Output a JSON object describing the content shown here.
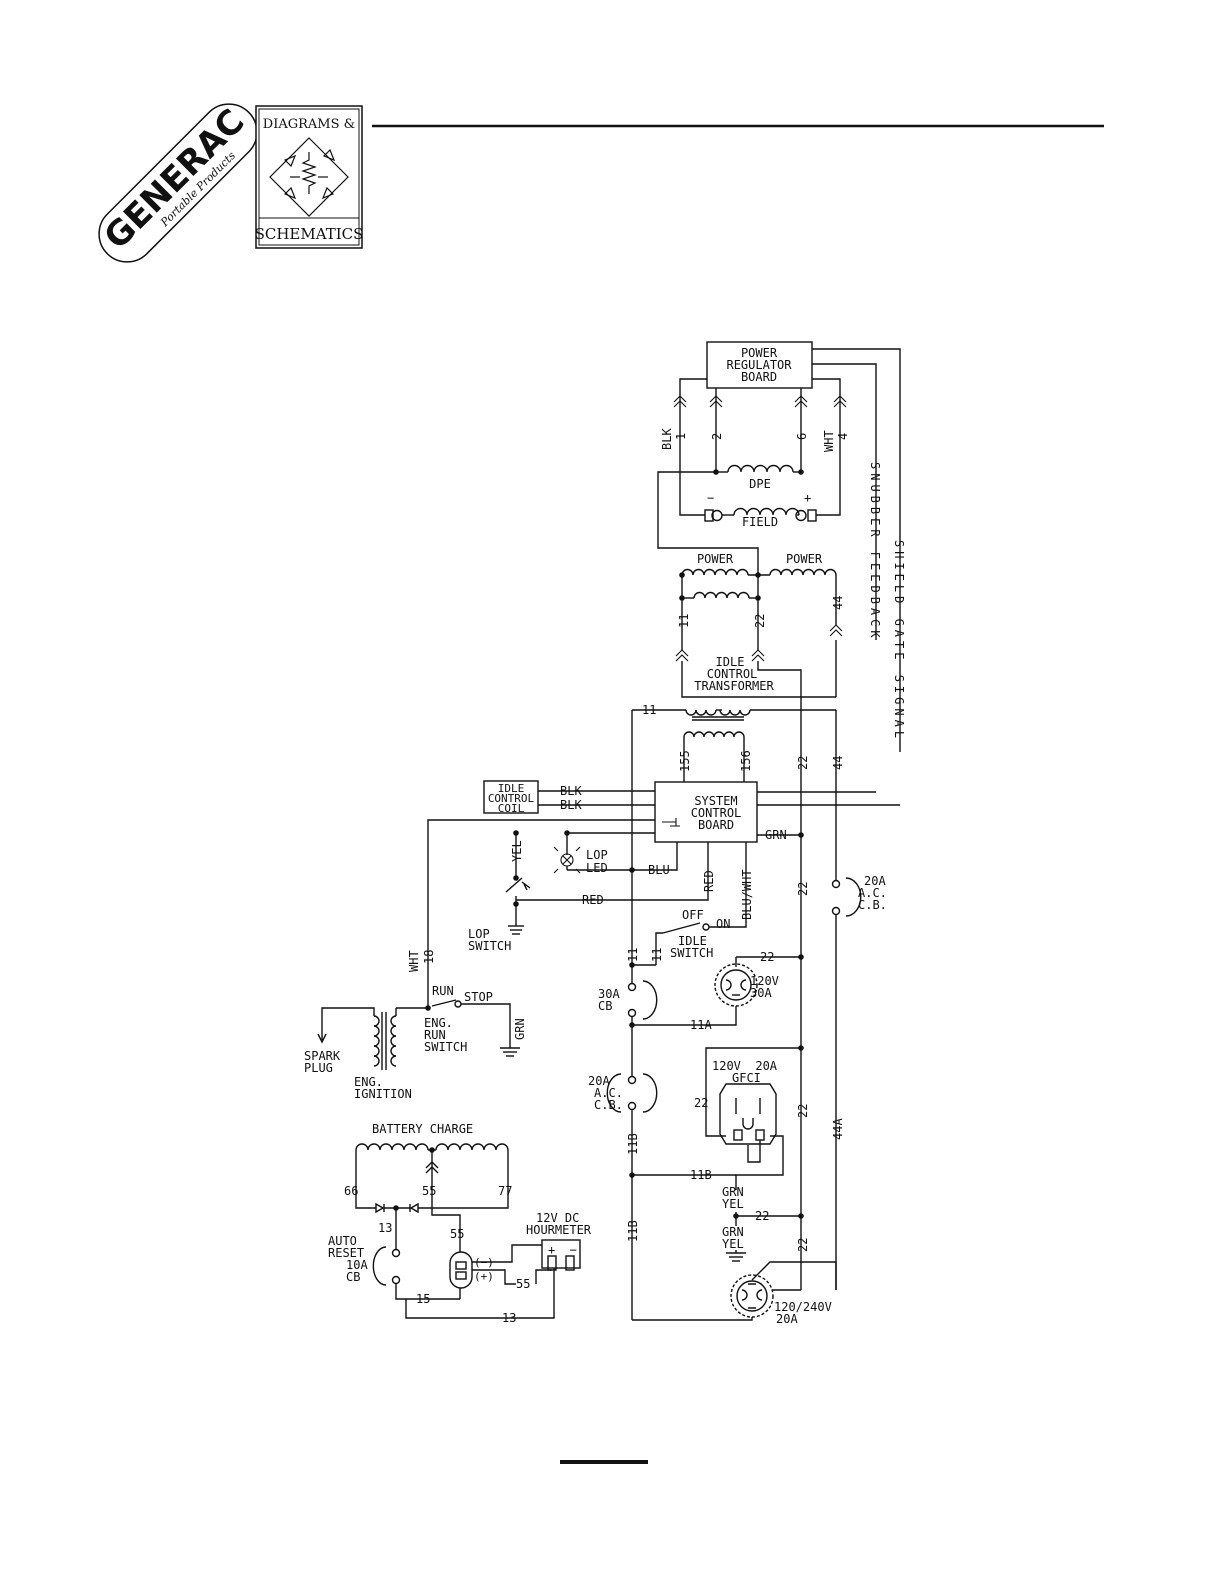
{
  "header": {
    "brand": "GENERAC",
    "brand_sub": "Portable Products",
    "badge_top": "DIAGRAMS &",
    "badge_bottom": "SCHEMATICS"
  },
  "labels": {
    "power_reg": [
      "POWER",
      "REGULATOR",
      "BOARD"
    ],
    "blk1": "BLK",
    "n1": "1",
    "n2": "2",
    "n6": "6",
    "wht4": "WHT",
    "n4": "4",
    "dpe": "DPE",
    "field": "FIELD",
    "minus": "−",
    "plus": "+",
    "snubber": "SNUBBER FEEDBACK",
    "shield": "SHIELD GATE SIGNAL",
    "power_a": "POWER",
    "power_b": "POWER",
    "n11_top": "11",
    "n22_top": "22",
    "n44_top": "44",
    "idle_xfmr": [
      "IDLE",
      "CONTROL",
      "TRANSFORMER"
    ],
    "n11_line": "11",
    "n155": "155",
    "n156": "156",
    "n22_v1": "22",
    "n44_v1": "44",
    "idle_coil": [
      "IDLE",
      "CONTROL",
      "COIL"
    ],
    "blk_a": "BLK",
    "blk_b": "BLK",
    "sys_board": [
      "SYSTEM",
      "CONTROL",
      "BOARD"
    ],
    "grn": "GRN",
    "yel": "YEL",
    "lop_led": [
      "LOP",
      "LED"
    ],
    "blu": "BLU",
    "red_v": "RED",
    "bluwht": "BLU/WHT",
    "red_h": "RED",
    "lop_switch": [
      "LOP",
      "SWITCH"
    ],
    "cb20_top": [
      "20A",
      "A.C.",
      "C.B."
    ],
    "n22_v2": "22",
    "off": "OFF",
    "on": "ON",
    "idle_switch": [
      "IDLE",
      "SWITCH"
    ],
    "n11_a": "11",
    "n11_b": "11",
    "n22_h1": "22",
    "r120_30": [
      "120V",
      "30A"
    ],
    "cb30": [
      "30A",
      "CB"
    ],
    "n11A": "11A",
    "wht18_a": "WHT",
    "wht18_b": "18",
    "run": "RUN",
    "stop": "STOP",
    "eng_run": [
      "ENG.",
      "RUN",
      "SWITCH"
    ],
    "grn_v": "GRN",
    "spark": [
      "SPARK",
      "PLUG"
    ],
    "eng_ign": [
      "ENG.",
      "IGNITION"
    ],
    "gfci": [
      "120V  20A",
      "GFCI"
    ],
    "n22_gfci": "22",
    "cb20_mid": [
      "20A",
      "A.C.",
      "C.B."
    ],
    "n11B_v1": "11B",
    "n11B_h": "11B",
    "n22_v3": "22",
    "n44A": "44A",
    "grn_yel_1": [
      "GRN",
      "YEL"
    ],
    "n22_h2": "22",
    "grn_yel_2": [
      "GRN",
      "YEL"
    ],
    "battery_charge": "BATTERY CHARGE",
    "n66": "66",
    "n55a": "55",
    "n77": "77",
    "n13a": "13",
    "n55b": "55",
    "auto_reset": [
      "AUTO",
      "RESET",
      "10A",
      "CB"
    ],
    "hourmeter": [
      "12V DC",
      "HOURMETER"
    ],
    "hm_pm": "+  −",
    "bridge_m": "(−)",
    "bridge_p": "(+)",
    "n55c": "55",
    "n15": "15",
    "n13b": "13",
    "n11B_v2": "11B",
    "n22_v4": "22",
    "r120_240": [
      "120/240V",
      "20A"
    ]
  }
}
